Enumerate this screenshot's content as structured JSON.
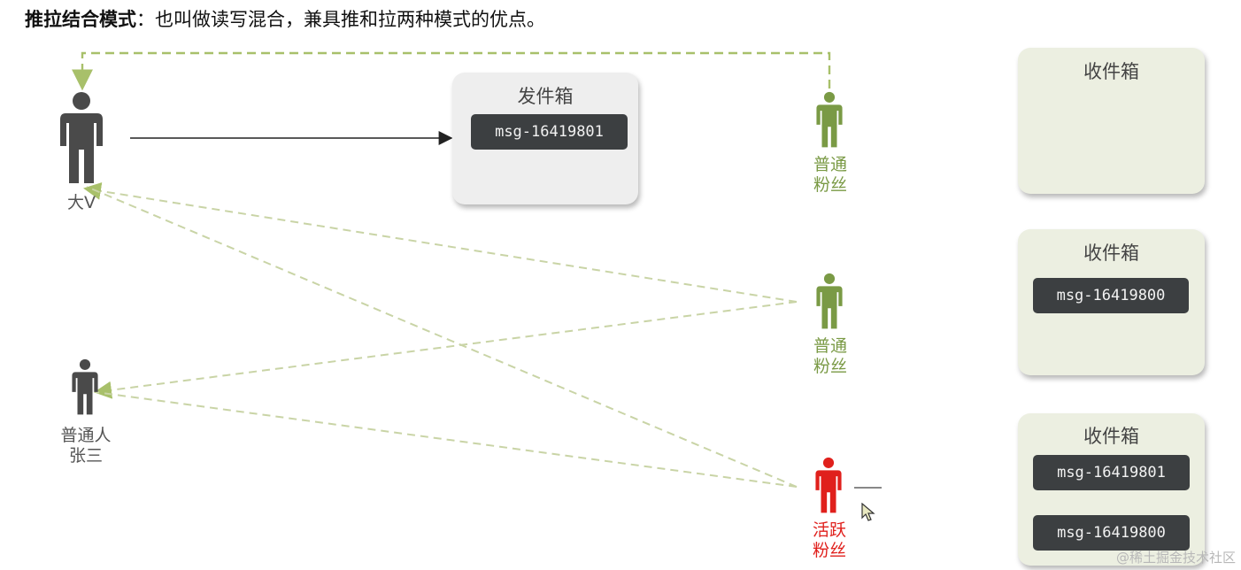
{
  "title": {
    "bold": "推拉结合模式",
    "rest": "：也叫做读写混合，兼具推和拉两种模式的优点。"
  },
  "nodes": {
    "big_v": "大V",
    "ordinary_fan_1": [
      "普通",
      "粉丝"
    ],
    "ordinary_fan_2": [
      "普通",
      "粉丝"
    ],
    "active_fan": [
      "活跃",
      "粉丝"
    ],
    "ordinary_person": [
      "普通人",
      "张三"
    ]
  },
  "outbox": {
    "title": "发件箱",
    "messages": [
      "msg-16419801"
    ]
  },
  "inboxes": [
    {
      "title": "收件箱",
      "messages": []
    },
    {
      "title": "收件箱",
      "messages": [
        "msg-16419800"
      ]
    },
    {
      "title": "收件箱",
      "messages": [
        "msg-16419801",
        "msg-16419800"
      ]
    }
  ],
  "watermark": "@稀土掘金技术社区",
  "colors": {
    "dark": "#4a4a4a",
    "fan_green": "#7a9a45",
    "active_red": "#e0201c",
    "dashed_line": "#c9d4a6",
    "dashed_top": "#a8c06a",
    "msg_bg": "#3c3f41"
  },
  "icons": [
    "person-icon",
    "cursor-icon"
  ]
}
